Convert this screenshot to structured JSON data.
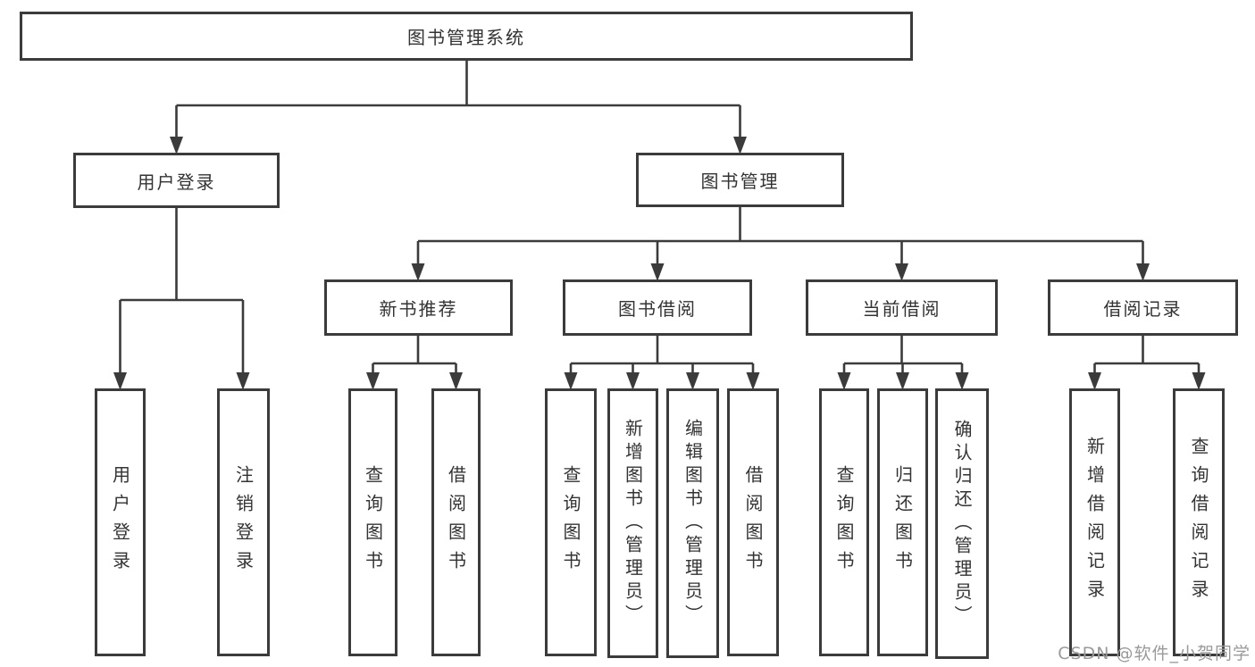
{
  "diagram": {
    "type": "tree",
    "title": "图书管理系统"
  },
  "hierarchy": {
    "label": "图书管理系统",
    "children": [
      {
        "label": "用户登录",
        "children": [
          {
            "label": "用户登录"
          },
          {
            "label": "注销登录"
          }
        ]
      },
      {
        "label": "图书管理",
        "children": [
          {
            "label": "新书推荐",
            "children": [
              {
                "label": "查询图书"
              },
              {
                "label": "借阅图书"
              }
            ]
          },
          {
            "label": "图书借阅",
            "children": [
              {
                "label": "查询图书"
              },
              {
                "label": "新增图书（管理员）"
              },
              {
                "label": "编辑图书（管理员）"
              },
              {
                "label": "借阅图书"
              }
            ]
          },
          {
            "label": "当前借阅",
            "children": [
              {
                "label": "查询图书"
              },
              {
                "label": "归还图书"
              },
              {
                "label": "确认归还（管理员）"
              }
            ]
          },
          {
            "label": "借阅记录",
            "children": [
              {
                "label": "新增借阅记录"
              },
              {
                "label": "查询借阅记录"
              }
            ]
          }
        ]
      }
    ]
  },
  "watermark": {
    "text": "CSDN @软件_小贺同学"
  },
  "theme": {
    "line": "#3b3b3b",
    "text": "#333333",
    "background": "#ffffff",
    "watermark_color": "#9a9a9a"
  }
}
